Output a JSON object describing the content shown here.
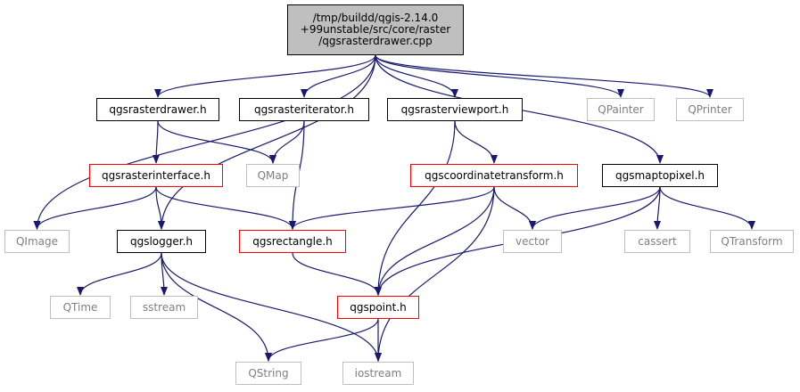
{
  "nodes": [
    {
      "id": "main",
      "kind": "main",
      "label": "/tmp/buildd/qgis-2.14.0\n+99unstable/src/core/raster\n/qgsrasterdrawer.cpp"
    },
    {
      "id": "drawer_h",
      "kind": "normal",
      "label": "qgsrasterdrawer.h"
    },
    {
      "id": "iterator_h",
      "kind": "normal",
      "label": "qgsrasteriterator.h"
    },
    {
      "id": "viewport_h",
      "kind": "normal",
      "label": "qgsrasterviewport.h"
    },
    {
      "id": "qpainter",
      "kind": "ext",
      "label": "QPainter"
    },
    {
      "id": "qprinter",
      "kind": "ext",
      "label": "QPrinter"
    },
    {
      "id": "interface_h",
      "kind": "red",
      "label": "qgsrasterinterface.h"
    },
    {
      "id": "qmap",
      "kind": "ext",
      "label": "QMap"
    },
    {
      "id": "ctransform_h",
      "kind": "red",
      "label": "qgscoordinatetransform.h"
    },
    {
      "id": "maptopixel_h",
      "kind": "normal",
      "label": "qgsmaptopixel.h"
    },
    {
      "id": "qimage",
      "kind": "ext",
      "label": "QImage"
    },
    {
      "id": "logger_h",
      "kind": "normal",
      "label": "qgslogger.h"
    },
    {
      "id": "rectangle_h",
      "kind": "red",
      "label": "qgsrectangle.h"
    },
    {
      "id": "vector",
      "kind": "ext",
      "label": "vector"
    },
    {
      "id": "cassert",
      "kind": "ext",
      "label": "cassert"
    },
    {
      "id": "qtransform",
      "kind": "ext",
      "label": "QTransform"
    },
    {
      "id": "qtime",
      "kind": "ext",
      "label": "QTime"
    },
    {
      "id": "sstream",
      "kind": "ext",
      "label": "sstream"
    },
    {
      "id": "point_h",
      "kind": "red",
      "label": "qgspoint.h"
    },
    {
      "id": "qstring",
      "kind": "ext",
      "label": "QString"
    },
    {
      "id": "iostream",
      "kind": "ext",
      "label": "iostream"
    }
  ],
  "edges": [
    {
      "from": "main",
      "to": "drawer_h"
    },
    {
      "from": "main",
      "to": "iterator_h"
    },
    {
      "from": "main",
      "to": "viewport_h"
    },
    {
      "from": "main",
      "to": "qpainter"
    },
    {
      "from": "main",
      "to": "qprinter"
    },
    {
      "from": "main",
      "to": "maptopixel_h"
    },
    {
      "from": "main",
      "to": "qimage"
    },
    {
      "from": "main",
      "to": "logger_h"
    },
    {
      "from": "drawer_h",
      "to": "interface_h"
    },
    {
      "from": "drawer_h",
      "to": "qmap"
    },
    {
      "from": "iterator_h",
      "to": "qmap"
    },
    {
      "from": "iterator_h",
      "to": "rectangle_h"
    },
    {
      "from": "viewport_h",
      "to": "ctransform_h"
    },
    {
      "from": "viewport_h",
      "to": "point_h"
    },
    {
      "from": "interface_h",
      "to": "qimage"
    },
    {
      "from": "interface_h",
      "to": "logger_h"
    },
    {
      "from": "interface_h",
      "to": "rectangle_h"
    },
    {
      "from": "ctransform_h",
      "to": "rectangle_h"
    },
    {
      "from": "ctransform_h",
      "to": "vector"
    },
    {
      "from": "ctransform_h",
      "to": "point_h"
    },
    {
      "from": "ctransform_h",
      "to": "iostream"
    },
    {
      "from": "maptopixel_h",
      "to": "vector"
    },
    {
      "from": "maptopixel_h",
      "to": "cassert"
    },
    {
      "from": "maptopixel_h",
      "to": "qtransform"
    },
    {
      "from": "maptopixel_h",
      "to": "point_h"
    },
    {
      "from": "logger_h",
      "to": "qtime"
    },
    {
      "from": "logger_h",
      "to": "sstream"
    },
    {
      "from": "logger_h",
      "to": "qstring"
    },
    {
      "from": "logger_h",
      "to": "iostream"
    },
    {
      "from": "rectangle_h",
      "to": "point_h"
    },
    {
      "from": "point_h",
      "to": "qstring"
    },
    {
      "from": "point_h",
      "to": "iostream"
    }
  ],
  "colors": {
    "edge": "#191970",
    "main_fill": "#bfbfbf",
    "normal_border": "#000000",
    "red_border": "#ff0000",
    "ext_border": "#bfbfbf",
    "ext_text": "#7f7f7f"
  }
}
